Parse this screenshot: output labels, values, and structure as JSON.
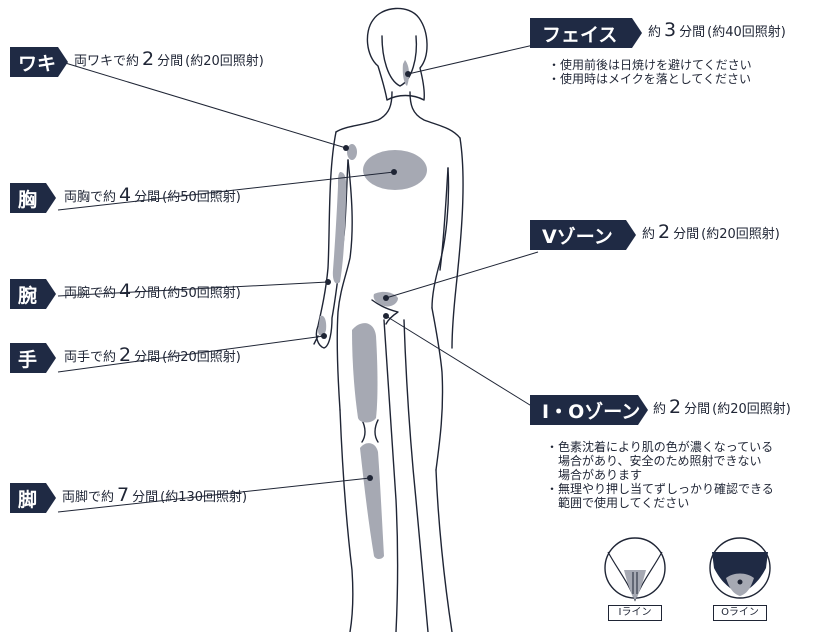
{
  "colors": {
    "navy": "#1f2a44",
    "area_gray": "#a6a9b3",
    "line": "#1f2535"
  },
  "labels": {
    "wakisub": {
      "tag": "ワキ",
      "prefix": "両ワキで約",
      "minutes": "2",
      "unit": "分間",
      "count": "(約20回照射)"
    },
    "chest": {
      "tag": "胸",
      "prefix": "両胸で約",
      "minutes": "4",
      "unit": "分間",
      "count": "(約50回照射)"
    },
    "arm": {
      "tag": "腕",
      "prefix": "両腕で約",
      "minutes": "4",
      "unit": "分間",
      "count": "(約50回照射)"
    },
    "hand": {
      "tag": "手",
      "prefix": "両手で約",
      "minutes": "2",
      "unit": "分間",
      "count": "(約20回照射)"
    },
    "leg": {
      "tag": "脚",
      "prefix": "両脚で約",
      "minutes": "7",
      "unit": "分間",
      "count": "(約130回照射)"
    },
    "face": {
      "tag": "フェイス",
      "prefix": "約",
      "minutes": "3",
      "unit": "分間",
      "count": "(約40回照射)",
      "notes": [
        "・使用前後は日焼けを避けてください",
        "・使用時はメイクを落としてください"
      ]
    },
    "vzone": {
      "tag": "Vゾーン",
      "prefix": "約",
      "minutes": "2",
      "unit": "分間",
      "count": "(約20回照射)"
    },
    "iozone": {
      "tag": "I・Oゾーン",
      "prefix": "約",
      "minutes": "2",
      "unit": "分間",
      "count": "(約20回照射)",
      "notes": [
        "・色素沈着により肌の色が濃くなっている",
        "　場合があり、安全のため照射できない",
        "　場合があります",
        "・無理やり押し当てずしっかり確認できる",
        "　範囲で使用してください"
      ]
    }
  },
  "insets": {
    "i_line": "Iライン",
    "o_line": "Oライン"
  }
}
